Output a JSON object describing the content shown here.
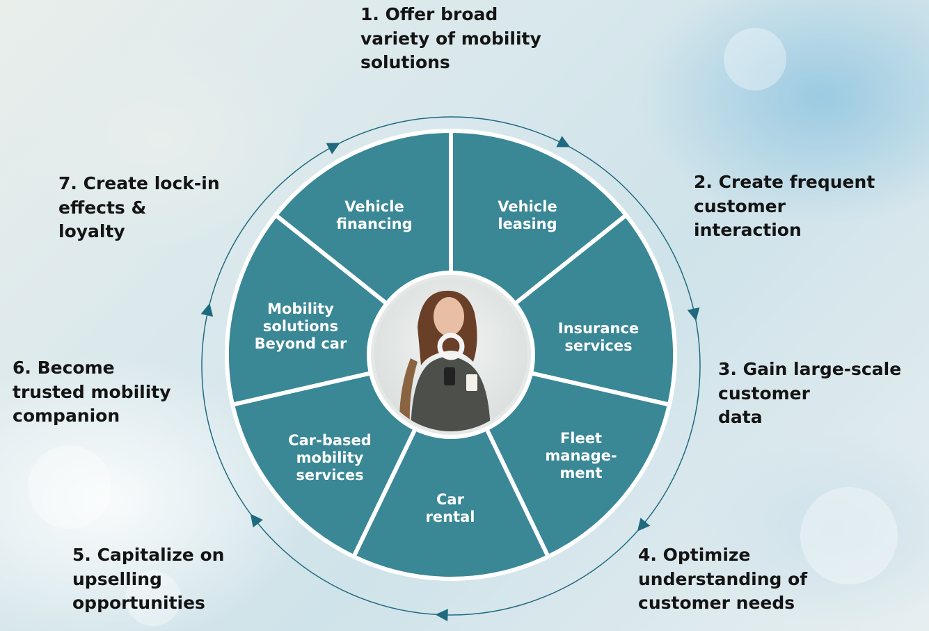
{
  "steps": [
    {
      "id": 1,
      "label": "1. Offer broad\nvariety of mobility\nsolutions"
    },
    {
      "id": 2,
      "label": "2. Create frequent\ncustomer\ninteraction"
    },
    {
      "id": 3,
      "label": "3. Gain large-scale\ncustomer\ndata"
    },
    {
      "id": 4,
      "label": "4. Optimize\nunderstanding of\ncustomer needs"
    },
    {
      "id": 5,
      "label": "5. Capitalize on\nupselling\nopportunities"
    },
    {
      "id": 6,
      "label": "6. Become\ntrusted mobility\ncompanion"
    },
    {
      "id": 7,
      "label": "7. Create lock-in\neffects &\nloyalty"
    }
  ],
  "segments": [
    {
      "label": "Vehicle\nleasing"
    },
    {
      "label": "Insurance\nservices"
    },
    {
      "label": "Fleet\nmanage-\nment"
    },
    {
      "label": "Car\nrental"
    },
    {
      "label": "Car-based\nmobility\nservices"
    },
    {
      "label": "Mobility\nsolutions\nBeyond car"
    },
    {
      "label": "Vehicle\nfinancing"
    }
  ],
  "center": {
    "image": "smiling woman with phone, headphones and coffee cup"
  },
  "colors": {
    "segment": "#3a8796",
    "arrow": "#1f6a7e",
    "text": "#141414"
  }
}
